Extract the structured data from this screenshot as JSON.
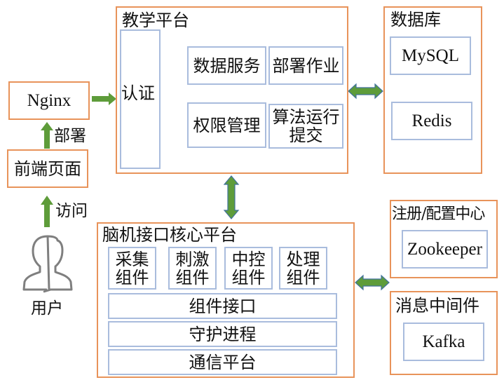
{
  "colors": {
    "outer_border": "#E8935A",
    "inner_border": "#A9BCDD",
    "arrow_fill": "#5E9C3A",
    "arrow_stroke": "#41719C",
    "user_icon": "#7F7F7F"
  },
  "user": {
    "label": "用户",
    "icon": "user-silhouette-icon"
  },
  "frontend": {
    "label": "前端页面"
  },
  "nginx": {
    "label": "Nginx"
  },
  "edge_labels": {
    "visit": "访问",
    "deploy": "部署"
  },
  "teaching_platform": {
    "title": "教学平台",
    "auth": "认证",
    "services": [
      {
        "label": "数据服务"
      },
      {
        "label": "部署作业"
      },
      {
        "label": "权限管理"
      },
      {
        "label": "算法运行提交",
        "line1": "算法运行",
        "line2": "提交"
      }
    ]
  },
  "database": {
    "title": "数据库",
    "items": [
      "MySQL",
      "Redis"
    ]
  },
  "bci_core": {
    "title": "脑机接口核心平台",
    "components": [
      {
        "line1": "采集",
        "line2": "组件"
      },
      {
        "line1": "刺激",
        "line2": "组件"
      },
      {
        "line1": "中控",
        "line2": "组件"
      },
      {
        "line1": "处理",
        "line2": "组件"
      }
    ],
    "layers": [
      "组件接口",
      "守护进程",
      "通信平台"
    ]
  },
  "registry": {
    "title": "注册/配置中心",
    "item": "Zookeeper"
  },
  "message_middleware": {
    "title": "消息中间件",
    "item": "Kafka"
  }
}
